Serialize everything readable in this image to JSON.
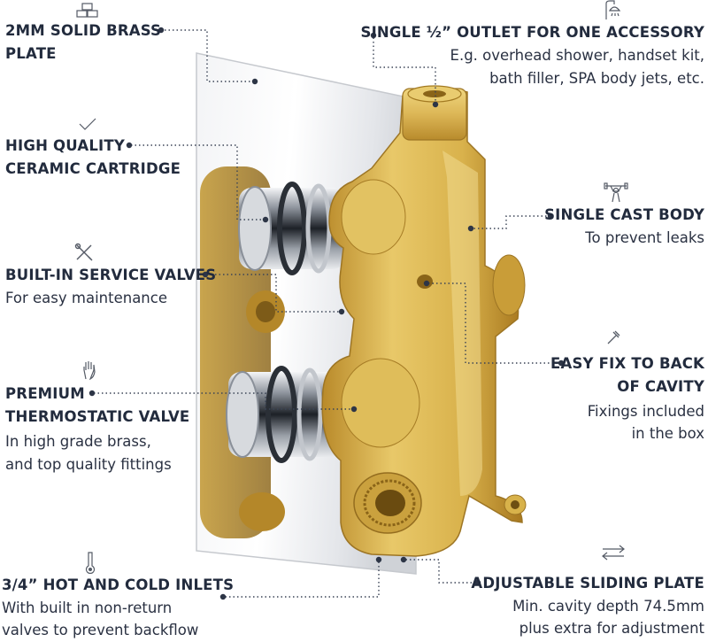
{
  "callouts": {
    "brass_plate": {
      "title_1": "2MM SOLID BRASS",
      "title_2": "PLATE",
      "icon": "gold-bars-icon"
    },
    "cartridge": {
      "title_1": "HIGH QUALITY",
      "title_2": "CERAMIC CARTRIDGE",
      "icon": "checkmark-icon"
    },
    "service_valves": {
      "title_1": "BUILT-IN SERVICE VALVES",
      "sub_1": "For easy maintenance",
      "icon": "tools-icon"
    },
    "thermostatic": {
      "title_1": "PREMIUM",
      "title_2": "THERMOSTATIC VALVE",
      "sub_1": "In high grade brass,",
      "sub_2": "and top quality fittings",
      "icon": "hand-icon"
    },
    "inlets": {
      "title_1": "3/4” HOT AND COLD INLETS",
      "sub_1": "With built in non-return",
      "sub_2": "valves to prevent backflow",
      "icon": "thermometer-icon"
    },
    "outlet": {
      "title_1": "SINGLE ½” OUTLET FOR ONE ACCESSORY",
      "sub_1": "E.g. overhead shower, handset kit,",
      "sub_2": "bath filler, SPA body jets, etc.",
      "icon": "shower-head-icon"
    },
    "cast_body": {
      "title_1": "SINGLE CAST BODY",
      "sub_1": "To prevent leaks",
      "icon": "weightlifter-icon"
    },
    "easy_fix": {
      "title_1": "EASY FIX TO BACK",
      "title_2": "OF CAVITY",
      "sub_1": "Fixings included",
      "sub_2": "in the box",
      "icon": "hammer-icon"
    },
    "sliding_plate": {
      "title_1": "ADJUSTABLE SLIDING PLATE",
      "sub_1": "Min. cavity depth 74.5mm",
      "sub_2": "plus extra for adjustment",
      "icon": "arrows-left-right-icon"
    }
  },
  "colors": {
    "text": "#222b3d",
    "line": "#3b4456",
    "brass": "#d8b24a",
    "chrome": "#c9ccd1"
  }
}
